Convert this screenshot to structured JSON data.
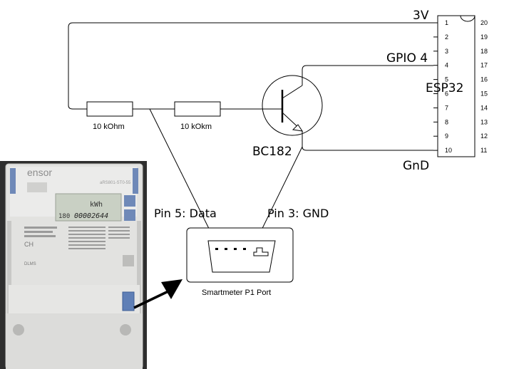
{
  "labels": {
    "v3": "3V",
    "gpio": "GPIO 4",
    "gnd": "GnD",
    "esp": "ESP32",
    "transistor": "BC182",
    "r1": "10 kOhm",
    "r2": "10 kOkm",
    "pin5": "Pin 5: Data",
    "pin3": "Pin 3: GND",
    "port": "Smartmeter P1 Port"
  },
  "chip_pins_left": [
    "1",
    "2",
    "3",
    "4",
    "5",
    "6",
    "7",
    "8",
    "9",
    "10"
  ],
  "chip_pins_right": [
    "20",
    "19",
    "18",
    "17",
    "16",
    "15",
    "14",
    "13",
    "12",
    "11"
  ],
  "meter": {
    "brand": "ensor",
    "model": "aRS801-ST0-55",
    "unit": "kWh",
    "reading": "00002644",
    "obis": "180",
    "ce": "CH",
    "dlms": "DLMS"
  }
}
